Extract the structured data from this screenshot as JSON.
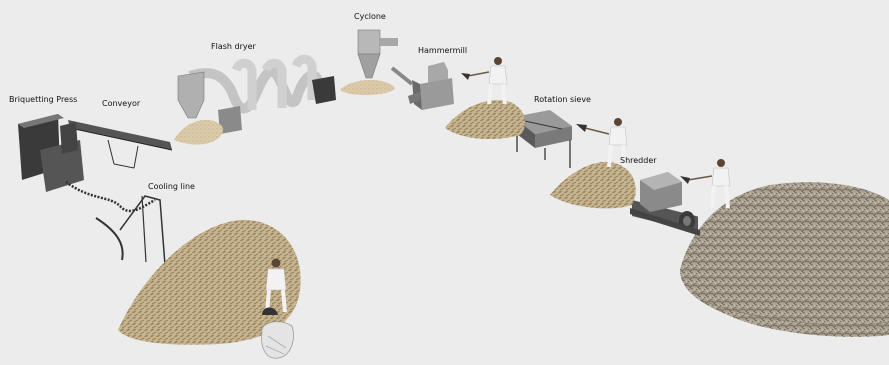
{
  "labels": {
    "briquetting_press": "Briquetting Press",
    "conveyor": "Conveyor",
    "flash_dryer": "Flash dryer",
    "cyclone": "Cyclone",
    "hammermill": "Hammermill",
    "rotation_sieve": "Rotation sieve",
    "shredder": "Shredder",
    "cooling_line": "Cooling line"
  },
  "colors": {
    "background": "#ececec",
    "machine_dark": "#3a3a3a",
    "machine_grey": "#9a9a9a",
    "duct_light": "#c8c8c8",
    "sawdust": "#d8c7a0",
    "wood_chips": "#bca987",
    "shredded_material": "#9e9585",
    "worker_shirt": "#f2f2f2"
  }
}
